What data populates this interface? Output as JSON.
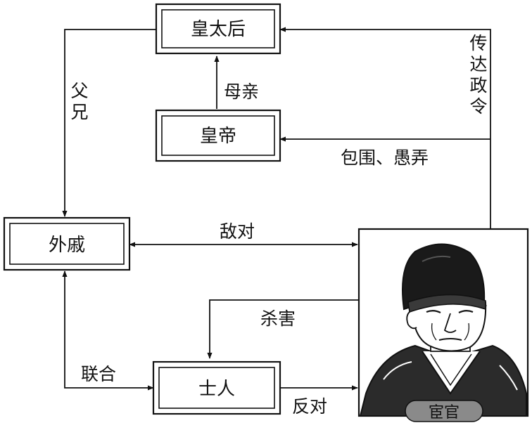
{
  "nodes": {
    "empress_dowager": "皇太后",
    "emperor": "皇帝",
    "consort_kin": "外戚",
    "scholars": "士人",
    "eunuch": "宦官"
  },
  "edges": {
    "father_brother": "父兄",
    "mother_relation": "母亲",
    "transmit_orders": "传达政令",
    "surround_fool": "包围、愚弄",
    "hostile": "敌对",
    "kill": "杀害",
    "ally": "联合",
    "oppose": "反对"
  },
  "colors": {
    "ink": "#111111",
    "paper": "#ffffff"
  }
}
